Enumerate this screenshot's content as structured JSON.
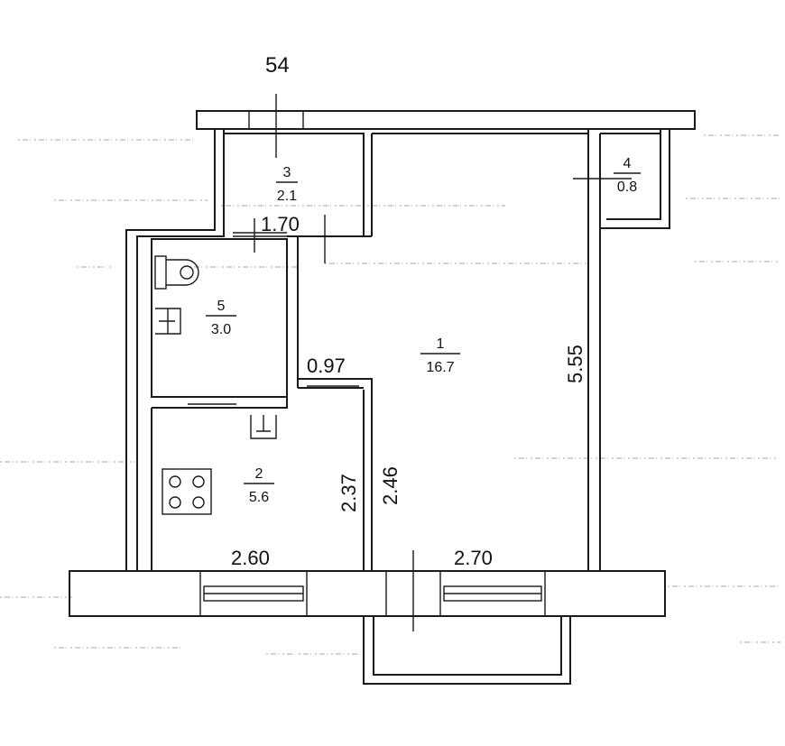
{
  "plan_number": "54",
  "rooms": [
    {
      "id": "room-1",
      "number": "1",
      "area": "16.7"
    },
    {
      "id": "room-2",
      "number": "2",
      "area": "5.6"
    },
    {
      "id": "room-3",
      "number": "3",
      "area": "2.1"
    },
    {
      "id": "room-4",
      "number": "4",
      "area": "0.8"
    },
    {
      "id": "room-5",
      "number": "5",
      "area": "3.0"
    }
  ],
  "dimensions": {
    "d_170": "1.70",
    "d_097": "0.97",
    "d_555": "5.55",
    "d_237": "2.37",
    "d_246": "2.46",
    "d_260": "2.60",
    "d_270": "2.70"
  },
  "icons": [
    "toilet-icon",
    "sink-icon",
    "stove-icon"
  ]
}
